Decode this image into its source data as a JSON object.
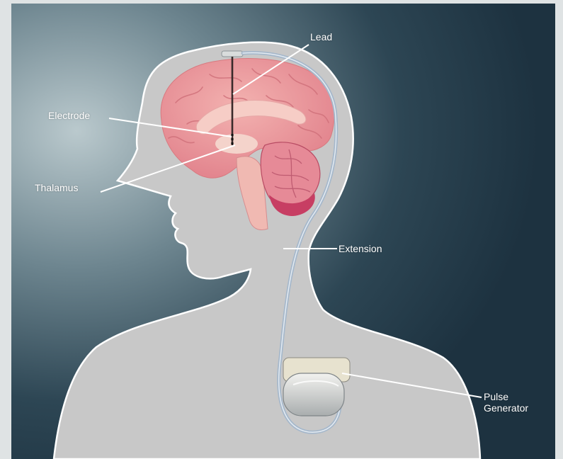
{
  "diagram": {
    "labels": {
      "lead": "Lead",
      "electrode": "Electrode",
      "thalamus": "Thalamus",
      "extension": "Extension",
      "pulse_generator_line1": "Pulse",
      "pulse_generator_line2": "Generator"
    },
    "colors": {
      "background_dark": "#1f3543",
      "background_light": "#b9c7cb",
      "body_fill": "#c8c8c8",
      "body_outline": "#ffffff",
      "brain_pink": "#e9949a",
      "brain_light": "#f6c8c3",
      "cerebellum": "#c73e63",
      "wire": "#9fb3c8",
      "device": "#d8dcdc",
      "page_margin": "#dfe3e4"
    }
  }
}
